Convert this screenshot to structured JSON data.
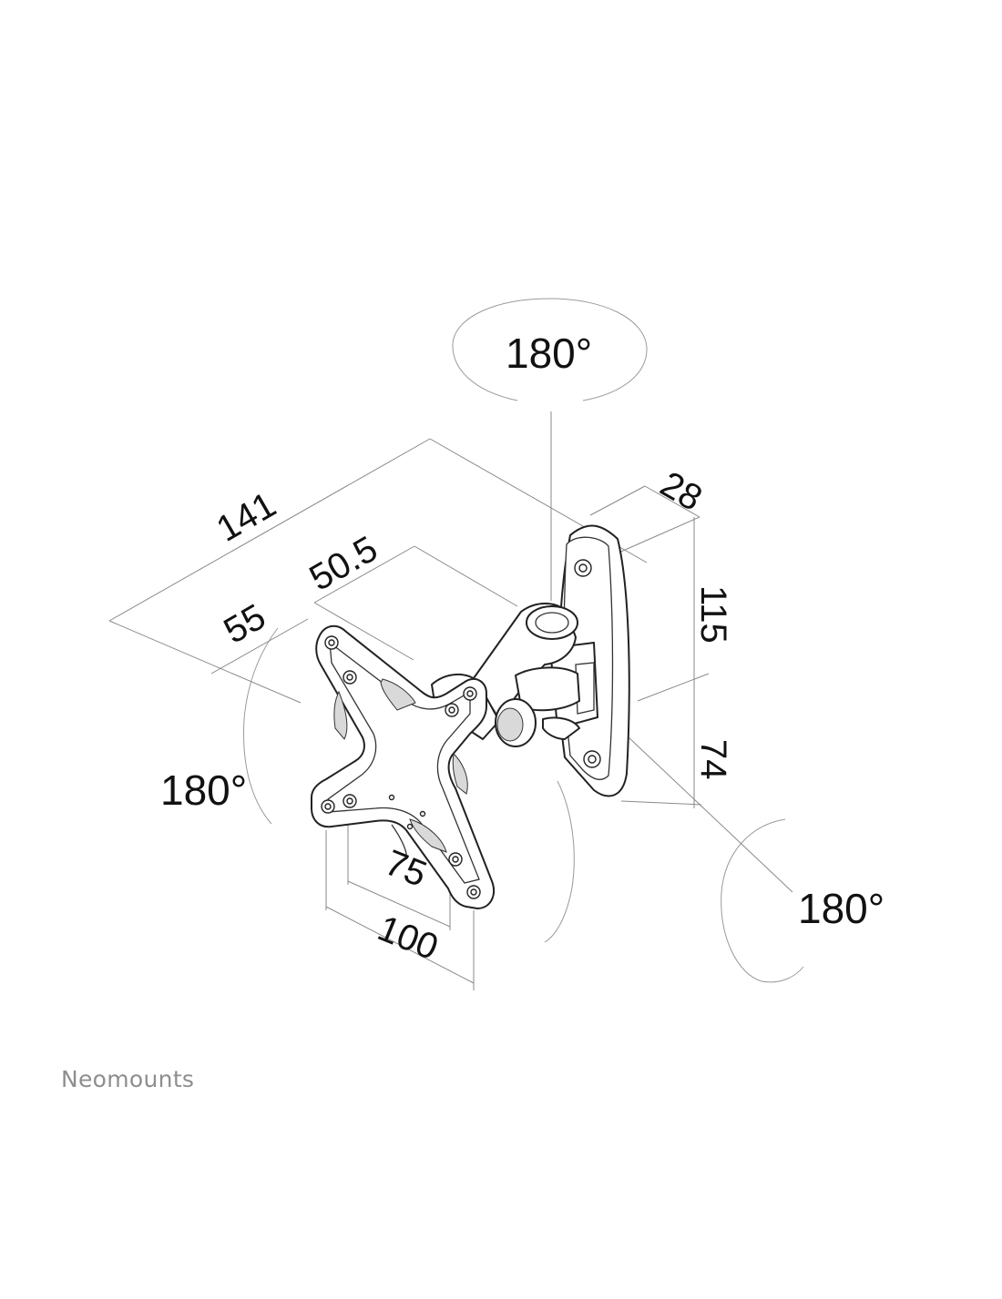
{
  "brand": {
    "logo_text": "Neomounts",
    "logo_color": "#8e8e8e"
  },
  "rotations": {
    "top": "180°",
    "left": "180°",
    "bottom_right": "180°"
  },
  "dimensions": {
    "total_depth": "141",
    "arm_segment": "50.5",
    "plate_offset": "55",
    "wall_plate_depth": "28",
    "wall_plate_height": "115",
    "pivot_height": "74",
    "vesa_small": "75",
    "vesa_large": "100"
  }
}
